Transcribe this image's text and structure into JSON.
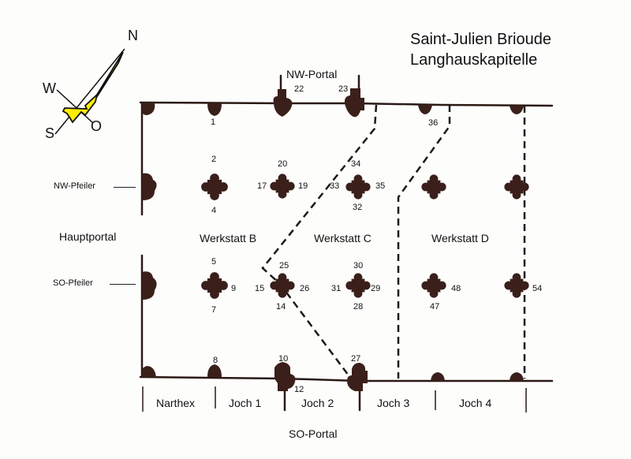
{
  "title": {
    "line1": "Saint-Julien Brioude",
    "line2": "Langhauskapitelle"
  },
  "compass": {
    "north": "N",
    "west": "W",
    "south": "S",
    "east": "O",
    "needle_color": "#ffee00"
  },
  "colors": {
    "pier": "#3a1f1a",
    "line": "#2a1a14",
    "background": "#fdfdfc"
  },
  "portals": {
    "nw": "NW-Portal",
    "so": "SO-Portal",
    "main": "Hauptportal"
  },
  "pillar_rows": {
    "nw": "NW-Pfeiler",
    "so": "SO-Pfeiler"
  },
  "workshops": {
    "b": "Werkstatt B",
    "c": "Werkstatt C",
    "d": "Werkstatt D"
  },
  "bays": [
    "Narthex",
    "Joch 1",
    "Joch 2",
    "Joch 3",
    "Joch 4"
  ],
  "capital_numbers": {
    "n1": "1",
    "n2": "2",
    "n4": "4",
    "n5": "5",
    "n7": "7",
    "n8": "8",
    "n9": "9",
    "n10": "10",
    "n12": "12",
    "n14": "14",
    "n15": "15",
    "n17": "17",
    "n19": "19",
    "n20": "20",
    "n22": "22",
    "n23": "23",
    "n25": "25",
    "n26": "26",
    "n27": "27",
    "n28": "28",
    "n29": "29",
    "n30": "30",
    "n31": "31",
    "n32": "32",
    "n33": "33",
    "n34": "34",
    "n35": "35",
    "n36": "36",
    "n47": "47",
    "n48": "48",
    "n54": "54"
  }
}
